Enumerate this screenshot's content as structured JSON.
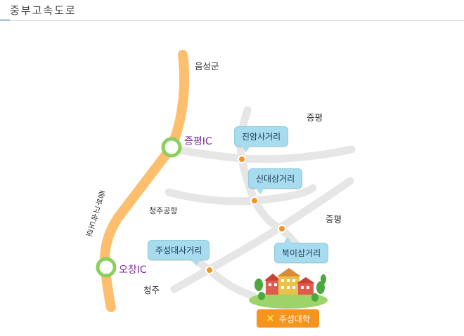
{
  "header": {
    "title": "중부고속도로"
  },
  "map": {
    "places": {
      "eumseong": "음성군",
      "jeungpyeong_top": "증평",
      "jeungpyeong_right": "증평",
      "airport": "청주공항",
      "cheongju": "청주"
    },
    "interchanges": {
      "jeungpyeong_ic": "증평IC",
      "ochang_ic": "오창IC"
    },
    "expressway_label": "중부고속도로",
    "intersections": {
      "jinam": "진암사거리",
      "sindae": "신대삼거리",
      "buki": "북이삼거리",
      "juseong_dae": "주성대사거리"
    },
    "destination": {
      "name": "주성대학",
      "logo_glyph": "✕"
    },
    "colors": {
      "expressway": "#fdbe6e",
      "road": "#e6e6e6",
      "ic_ring": "#8ccf5d",
      "marker": "#f7941d",
      "callout": "#a6dcee",
      "badge": "#f7941d"
    }
  }
}
